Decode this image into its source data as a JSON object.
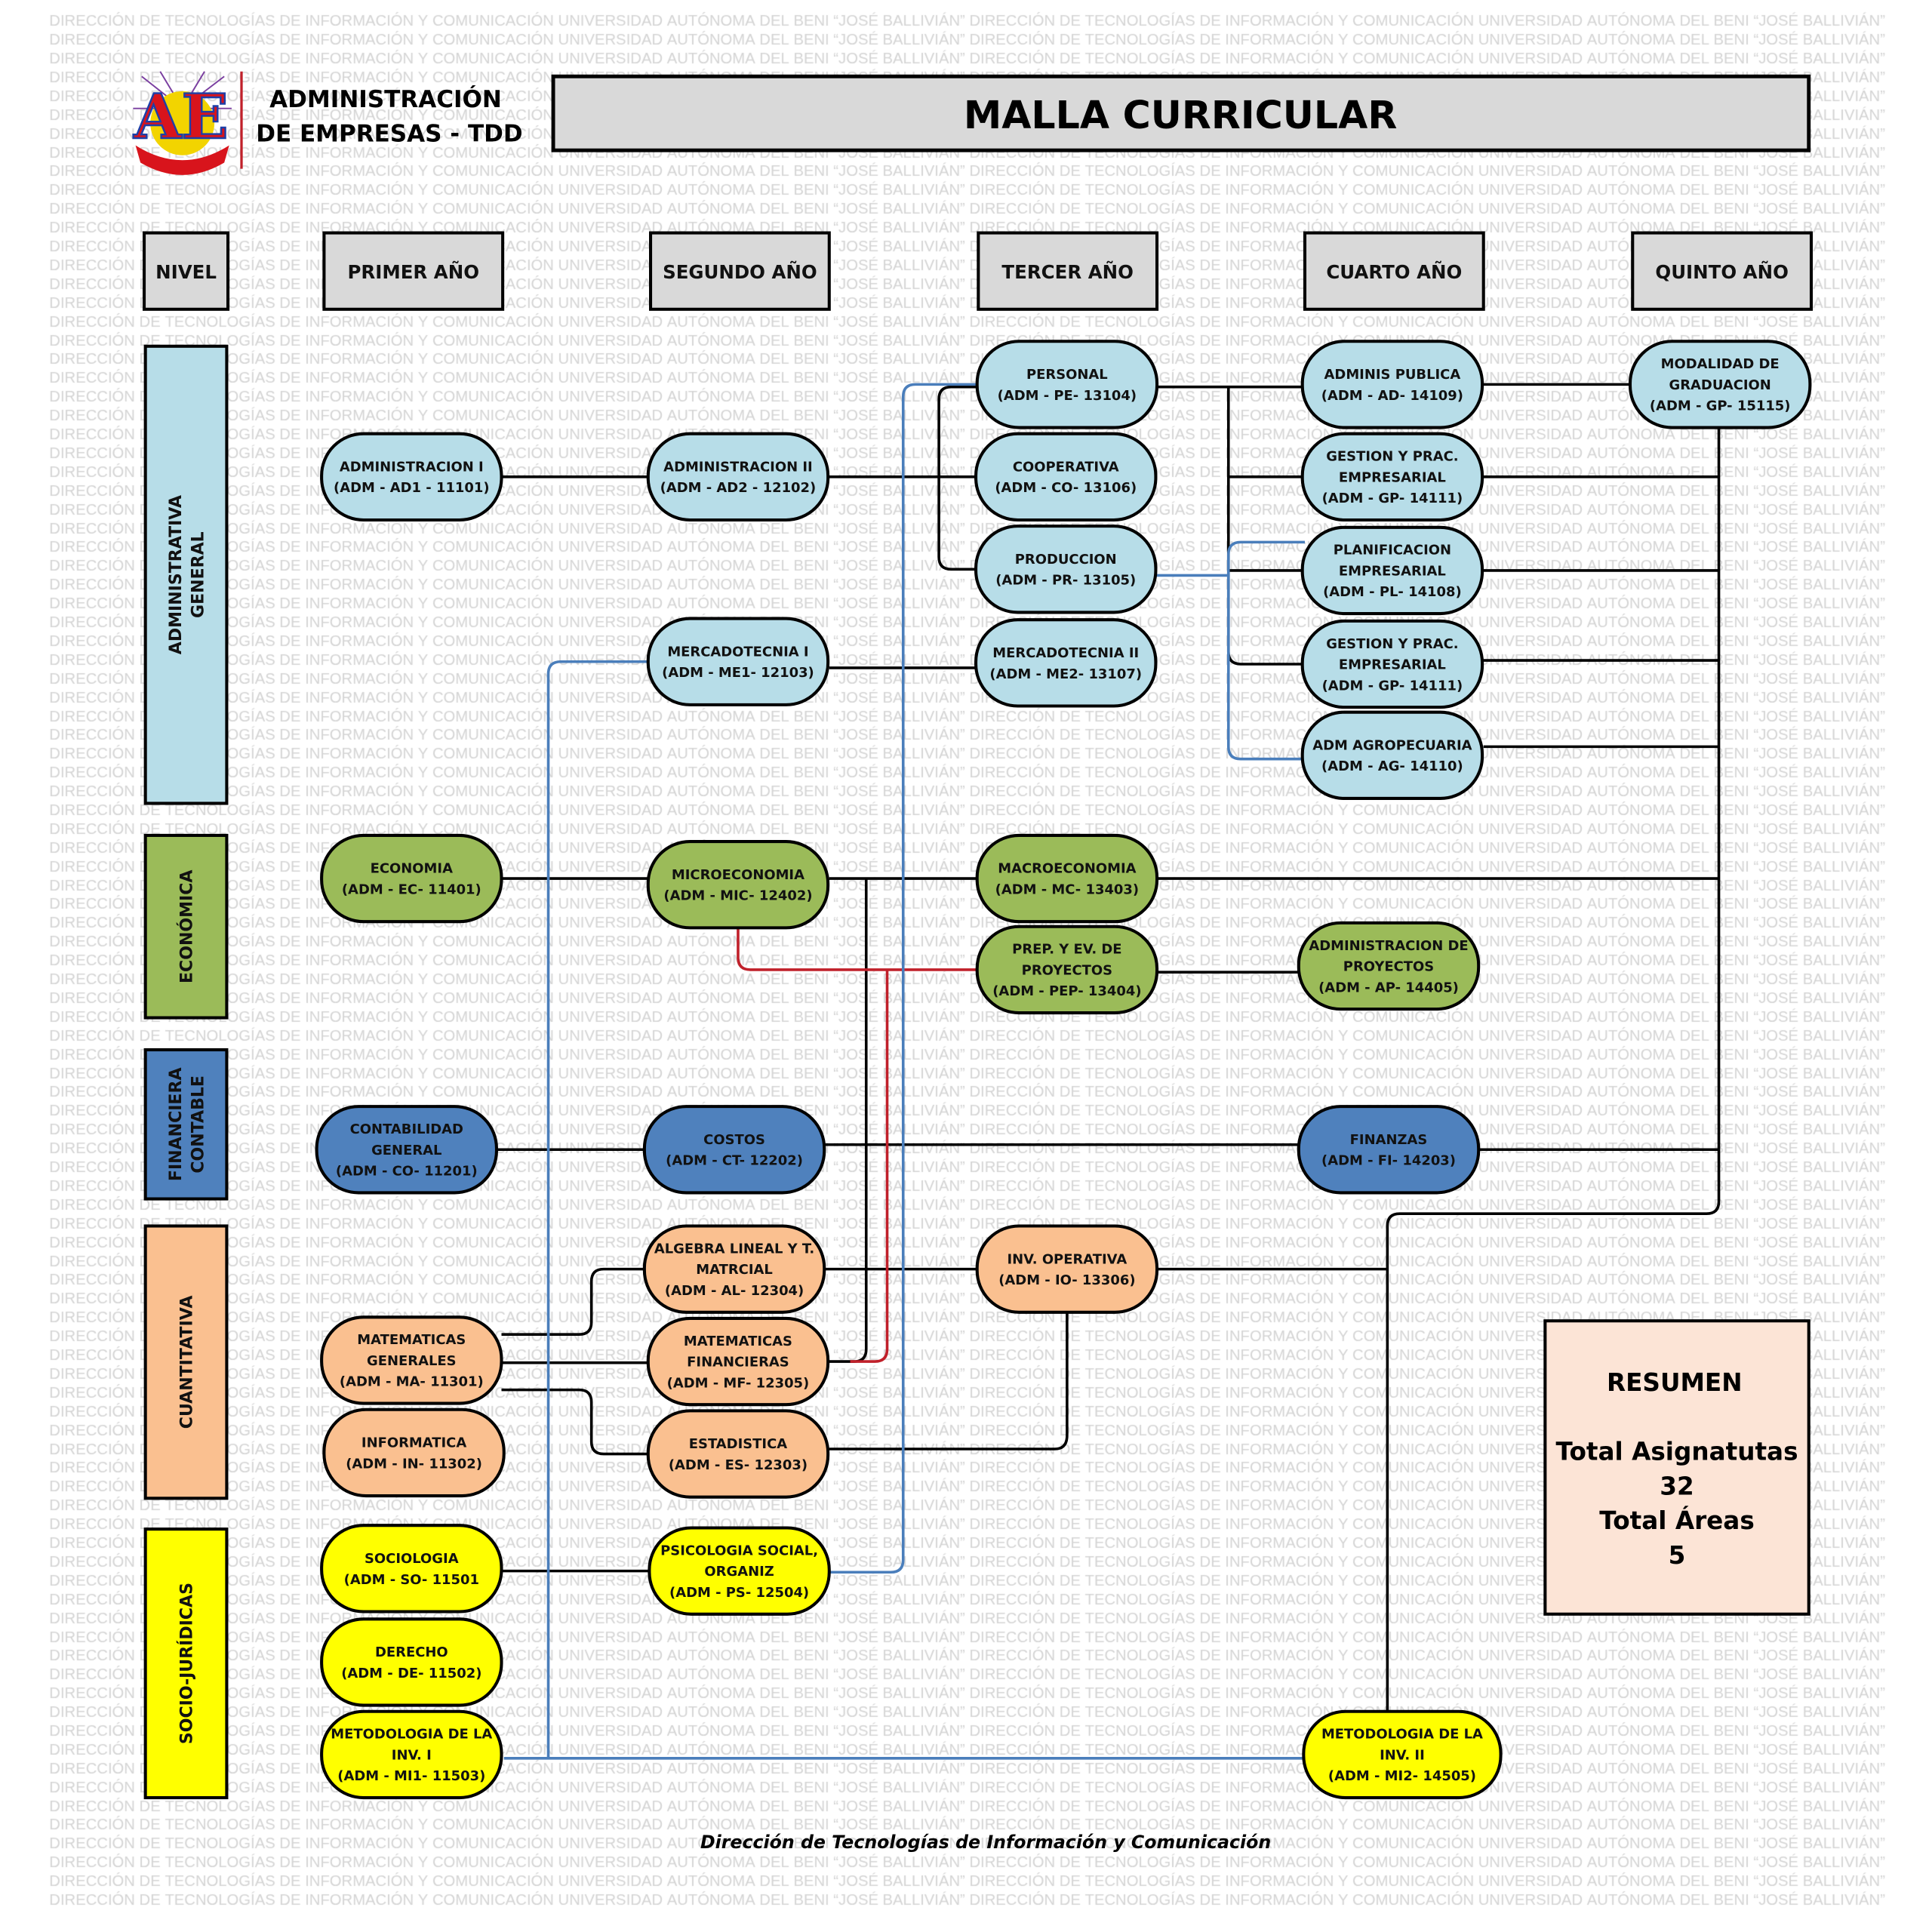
{
  "watermark": "DIRECCIÓN DE TECNOLOGÍAS DE INFORMACIÓN Y COMUNICACIÓN UNIVERSIDAD AUTÓNOMA DEL BENI “JOSÉ BALLIVIÁN” DIRECCIÓN DE TECNOLOGÍAS DE INFORMACIÓN Y COMUNICACIÓN UNIVERSIDAD AUTÓNOMA DEL BENI “JOSÉ BALLIVIÁN”",
  "header": {
    "logo_text": "AE",
    "brand_line1": "ADMINISTRACIÓN",
    "brand_line2": "DE EMPRESAS - TDD",
    "title": "MALLA CURRICULAR"
  },
  "columns": [
    "NIVEL",
    "PRIMER AÑO",
    "SEGUNDO AÑO",
    "TERCER AÑO",
    "CUARTO AÑO",
    "QUINTO AÑO"
  ],
  "areas": [
    {
      "id": "admin",
      "lines": [
        "ADMINISTRATIVA",
        "GENERAL"
      ],
      "color": "#b7dde8"
    },
    {
      "id": "eco",
      "lines": [
        "ECONÓMICA"
      ],
      "color": "#9bbb59"
    },
    {
      "id": "fin",
      "lines": [
        "FINANCIERA",
        "CONTABLE"
      ],
      "color": "#4f81bd"
    },
    {
      "id": "cuant",
      "lines": [
        "CUANTITATIVA"
      ],
      "color": "#fac090"
    },
    {
      "id": "socio",
      "lines": [
        "SOCIO-JURÍDICAS"
      ],
      "color": "#ffff00"
    }
  ],
  "nodes": [
    {
      "id": "AD1",
      "area": "admin",
      "lines": [
        "ADMINISTRACION I",
        "(ADM - AD1 - 11101)"
      ]
    },
    {
      "id": "AD2",
      "area": "admin",
      "lines": [
        "ADMINISTRACION II",
        "(ADM - AD2 - 12102)"
      ]
    },
    {
      "id": "ME1",
      "area": "admin",
      "lines": [
        "MERCADOTECNIA I",
        "(ADM - ME1- 12103)"
      ]
    },
    {
      "id": "PE",
      "area": "admin",
      "lines": [
        "PERSONAL",
        "(ADM - PE- 13104)"
      ]
    },
    {
      "id": "CO",
      "area": "admin",
      "lines": [
        "COOPERATIVA",
        "(ADM - CO- 13106)"
      ]
    },
    {
      "id": "PR",
      "area": "admin",
      "lines": [
        "PRODUCCION",
        "(ADM - PR- 13105)"
      ]
    },
    {
      "id": "ME2",
      "area": "admin",
      "lines": [
        "MERCADOTECNIA II",
        "(ADM - ME2- 13107)"
      ]
    },
    {
      "id": "AD",
      "area": "admin",
      "lines": [
        "ADMINIS PUBLICA",
        "(ADM - AD- 14109)"
      ]
    },
    {
      "id": "GPa",
      "area": "admin",
      "lines": [
        "GESTION Y PRAC.",
        "EMPRESARIAL",
        "(ADM - GP- 14111)"
      ]
    },
    {
      "id": "PL",
      "area": "admin",
      "lines": [
        "PLANIFICACION",
        "EMPRESARIAL",
        "(ADM - PL- 14108)"
      ]
    },
    {
      "id": "GPb",
      "area": "admin",
      "lines": [
        "GESTION Y PRAC.",
        "EMPRESARIAL",
        "(ADM - GP- 14111)"
      ]
    },
    {
      "id": "AG",
      "area": "admin",
      "lines": [
        "ADM AGROPECUARIA",
        "(ADM - AG- 14110)"
      ]
    },
    {
      "id": "GP5",
      "area": "admin",
      "lines": [
        "MODALIDAD DE",
        "GRADUACION",
        "(ADM - GP- 15115)"
      ]
    },
    {
      "id": "EC",
      "area": "eco",
      "lines": [
        "ECONOMIA",
        "(ADM - EC- 11401)"
      ]
    },
    {
      "id": "MIC",
      "area": "eco",
      "lines": [
        "MICROECONOMIA",
        "(ADM - MIC- 12402)"
      ]
    },
    {
      "id": "MC",
      "area": "eco",
      "lines": [
        "MACROECONOMIA",
        "(ADM - MC- 13403)"
      ]
    },
    {
      "id": "PEP",
      "area": "eco",
      "lines": [
        "PREP. Y EV. DE",
        "PROYECTOS",
        "(ADM - PEP- 13404)"
      ]
    },
    {
      "id": "AP",
      "area": "eco",
      "lines": [
        "ADMINISTRACION DE",
        "PROYECTOS",
        "(ADM - AP- 14405)"
      ]
    },
    {
      "id": "CG",
      "area": "fin",
      "lines": [
        "CONTABILIDAD",
        "GENERAL",
        "(ADM - CO- 11201)"
      ]
    },
    {
      "id": "CT",
      "area": "fin",
      "lines": [
        "COSTOS",
        "(ADM - CT- 12202)"
      ]
    },
    {
      "id": "FI",
      "area": "fin",
      "lines": [
        "FINANZAS",
        "(ADM - FI- 14203)"
      ]
    },
    {
      "id": "AL",
      "area": "cuant",
      "lines": [
        "ALGEBRA LINEAL Y T.",
        "MATRCIAL",
        "(ADM - AL- 12304)"
      ]
    },
    {
      "id": "IO",
      "area": "cuant",
      "lines": [
        "INV. OPERATIVA",
        "(ADM - IO- 13306)"
      ]
    },
    {
      "id": "MA",
      "area": "cuant",
      "lines": [
        "MATEMATICAS",
        "GENERALES",
        "(ADM - MA- 11301)"
      ]
    },
    {
      "id": "MF",
      "area": "cuant",
      "lines": [
        "MATEMATICAS",
        "FINANCIERAS",
        "(ADM - MF- 12305)"
      ]
    },
    {
      "id": "IN",
      "area": "cuant",
      "lines": [
        "INFORMATICA",
        "(ADM - IN- 11302)"
      ]
    },
    {
      "id": "ES",
      "area": "cuant",
      "lines": [
        "ESTADISTICA",
        "(ADM - ES- 12303)"
      ]
    },
    {
      "id": "SO",
      "area": "socio",
      "lines": [
        "SOCIOLOGIA",
        "(ADM - SO- 11501"
      ]
    },
    {
      "id": "PS",
      "area": "socio",
      "lines": [
        "PSICOLOGIA SOCIAL,",
        "ORGANIZ",
        "(ADM - PS- 12504)"
      ]
    },
    {
      "id": "DE",
      "area": "socio",
      "lines": [
        "DERECHO",
        "(ADM - DE- 11502)"
      ]
    },
    {
      "id": "MI1",
      "area": "socio",
      "lines": [
        "METODOLOGIA DE LA",
        "INV. I",
        "(ADM - MI1- 11503)"
      ]
    },
    {
      "id": "MI2",
      "area": "socio",
      "lines": [
        "METODOLOGIA DE LA",
        "INV. II",
        "(ADM - MI2- 14505)"
      ]
    }
  ],
  "line_colors": {
    "black": "#000000",
    "blue": "#4a7ebb",
    "red": "#c0202a"
  },
  "summary": {
    "title": "RESUMEN",
    "subjects_label": "Total Asignatutas",
    "subjects_value": "32",
    "areas_label": "Total Áreas",
    "areas_value": "5",
    "background": "#fce4d6"
  },
  "footer": "Dirección de Tecnologías de Información y Comunicación"
}
